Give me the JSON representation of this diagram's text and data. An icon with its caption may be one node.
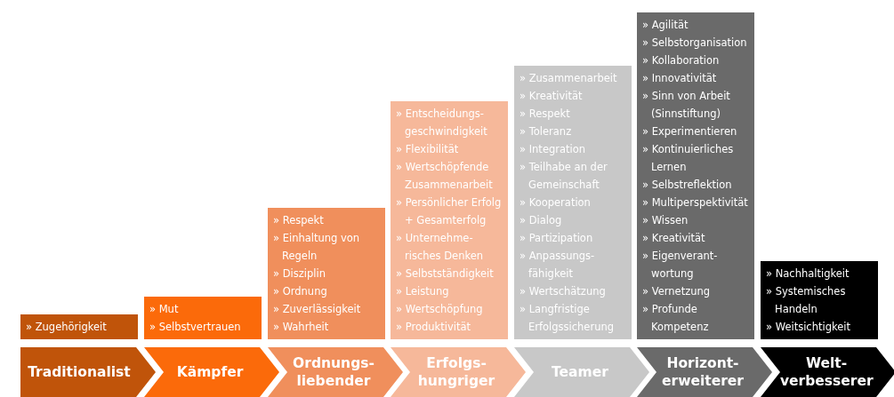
{
  "diagram": {
    "nodes": [
      {
        "text": [
          "» Zugehörigkeit"
        ]
      },
      {
        "text": [
          "Traditionalist"
        ]
      },
      {
        "text": [
          "» Mut",
          "» Selbstvertrauen"
        ]
      },
      {
        "text": [
          "Kämpfer"
        ]
      },
      {
        "text": [
          "» Respekt",
          "» Einhaltung von Regeln",
          "» Disziplin",
          "» Ordnung",
          "» Zuverlässigkeit",
          "» Wahrheit"
        ]
      },
      {
        "text": [
          "Ordnungs- liebender"
        ]
      },
      {
        "text": [
          "» Entscheidungs- geschwindigkeit",
          "» Flexibilität",
          "» Wertschöpfende Zusammenarbeit",
          "» Persönlicher Erfolg + Gesamterfolg",
          "» Unternehme- risches Denken",
          "» Selbstständigkeit",
          "» Leistung",
          "» Wertschöpfung",
          "» Produktivität"
        ]
      },
      {
        "text": [
          "Erfolgs- hungriger"
        ]
      },
      {
        "text": [
          "» Zusammenarbeit",
          "» Kreativität",
          "» Respekt",
          "» Toleranz",
          "» Integration",
          "» Teilhabe an der Gemeinschaft",
          "» Kooperation",
          "» Dialog",
          "» Partizipation",
          "» Anpassungs- fähigkeit",
          "» Wertschätzung",
          "» Langfristige Erfolgssicherung"
        ]
      },
      {
        "text": [
          "Teamer"
        ]
      },
      {
        "text": [
          "» Agilität",
          "» Selbstorganisation",
          "» Kollaboration",
          "» Innovativität",
          "» Sinn von Arbeit (Sinnstiftung)",
          "» Experimentieren",
          "» Kontinuierliches Lernen",
          "» Selbstreflektion",
          "» Multiperspektivität",
          "» Wissen",
          "» Kreativität",
          "» Eigenverant- wortung",
          "» Vernetzung",
          "» Profunde Kompetenz"
        ]
      },
      {
        "text": [
          "Horizont- erweiterer"
        ]
      },
      {
        "text": [
          "» Nachhaltigkeit",
          "» Systemisches Handeln",
          "» Weitsichtigkeit"
        ]
      },
      {
        "text": [
          "Welt- verbesserer"
        ]
      }
    ]
  }
}
